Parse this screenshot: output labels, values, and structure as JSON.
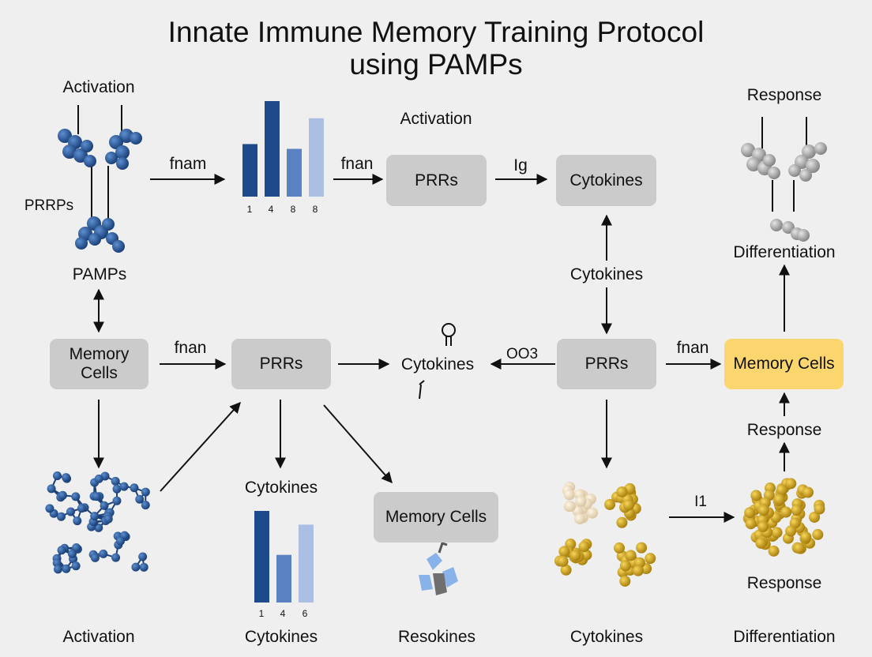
{
  "title": {
    "line1": "Innate Immune Memory Training Protocol",
    "line2": "using PAMPs"
  },
  "labels": {
    "activation_top_left": "Activation",
    "prrps": "PRRPs",
    "pamps": "PAMPs",
    "activation_top_center": "Activation",
    "response_top_right": "Response",
    "differentiation_top_right": "Differentiation",
    "cytokines_mid_vertical": "Cytokines",
    "cytokines_center": "Cytokines",
    "response_right_mid": "Response",
    "cytokines_bottom_chart_title": "Cytokines",
    "response_bottom_right": "Response",
    "activation_bottom": "Activation",
    "cytokines_bottom_chart": "Cytokines",
    "resokines_bottom": "Resokines",
    "cytokines_bottom_right": "Cytokines",
    "differentiation_bottom": "Differentiation"
  },
  "arrow_labels": {
    "fnam": "fnam",
    "fnan_top": "fnan",
    "ig": "Ig",
    "fnan_mid_left": "fnan",
    "oo3": "ΟΟ3",
    "fnan_mid_right": "fnan",
    "i1": "I1"
  },
  "boxes": {
    "prrs_top": "PRRs",
    "cytokines_top": "Cytokines",
    "memory_cells_left_line1": "Memory",
    "memory_cells_left_line2": "Cells",
    "prrs_mid_left": "PRRs",
    "prrs_mid_right": "PRRs",
    "memory_cells_right": "Memory Cells",
    "memory_cells_bottom": "Memory Cells"
  },
  "colors": {
    "background": "#efefef",
    "box_gray": "#cbcbcb",
    "box_gold": "#fbd66e",
    "navy": "#1c4a8a",
    "blue_mid": "#5b82c0",
    "blue_light": "#aabfe3",
    "gold_cells": "#d9a91e",
    "gray_cells": "#a9a9a9"
  },
  "chart_data": [
    {
      "type": "bar",
      "categories": [
        "1",
        "4",
        "8",
        "8"
      ],
      "values": [
        55,
        100,
        50,
        82
      ],
      "ylim": [
        0,
        100
      ],
      "colors": [
        "#1c4a8a",
        "#1c4a8a",
        "#5b82c0",
        "#aabfe3"
      ]
    },
    {
      "type": "bar",
      "title": "Cytokines",
      "categories": [
        "1",
        "4",
        "6"
      ],
      "values": [
        100,
        52,
        85
      ],
      "ylim": [
        0,
        100
      ],
      "xlabel": "Cytokines",
      "colors": [
        "#1c4a8a",
        "#5b82c0",
        "#aabfe3"
      ]
    }
  ]
}
